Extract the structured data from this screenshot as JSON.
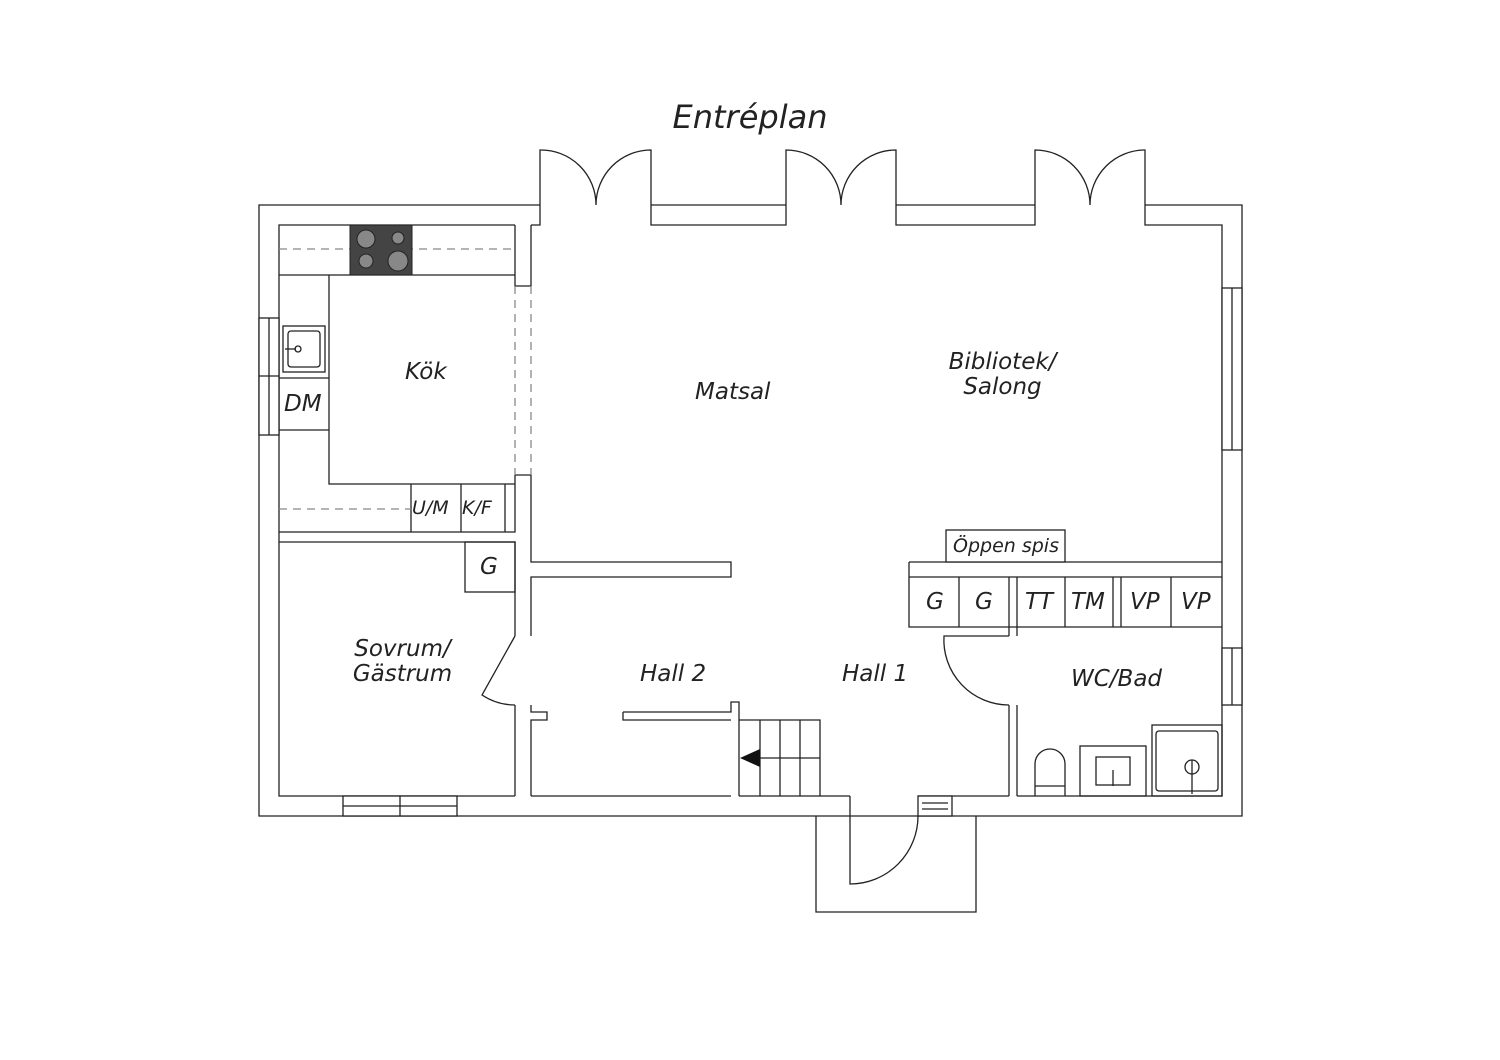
{
  "title": "Entréplan",
  "rooms": {
    "kitchen": "Kök",
    "dining": "Matsal",
    "library": "Bibliotek/\nSalong",
    "library_line1": "Bibliotek/",
    "library_line2": "Salong",
    "bedroom_line1": "Sovrum/",
    "bedroom_line2": "Gästrum",
    "hall2": "Hall 2",
    "hall1": "Hall 1",
    "bath": "WC/Bad"
  },
  "fixtures": {
    "dm": "DM",
    "um": "U/M",
    "kf": "K/F",
    "bedroom_wardrobe": "G",
    "fireplace": "Öppen spis",
    "g1": "G",
    "g2": "G",
    "tt": "TT",
    "tm": "TM",
    "vp1": "VP",
    "vp2": "VP"
  }
}
